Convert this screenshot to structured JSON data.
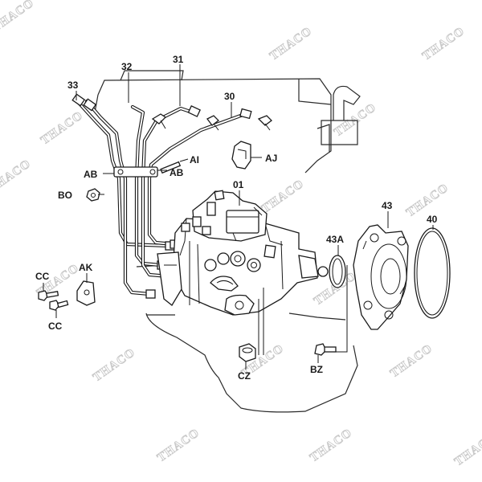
{
  "watermark": "THACO",
  "callouts": {
    "c33": "33",
    "c32": "32",
    "c31": "31",
    "c30": "30",
    "cAI": "AI",
    "cAJ": "AJ",
    "cAB1": "AB",
    "cAB2": "AB",
    "cBO": "BO",
    "c01": "01",
    "c43": "43",
    "c40": "40",
    "c43A": "43A",
    "cCC1": "CC",
    "cCC2": "CC",
    "cAK": "AK",
    "cCZ": "CZ",
    "cBZ": "BZ"
  }
}
